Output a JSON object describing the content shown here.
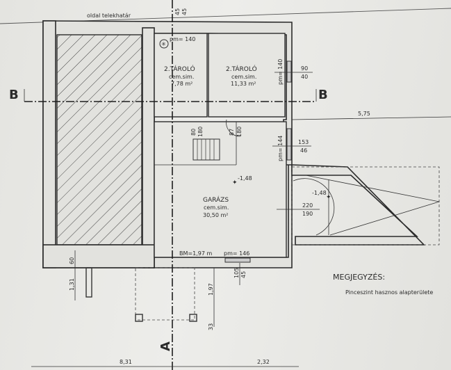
{
  "boundary_label": "oldal telekhatár",
  "top_dims": [
    "45",
    "45"
  ],
  "rooms": [
    {
      "name": "2.TÁROLÓ",
      "finish": "cem.sim.",
      "area": "7,78 m²"
    },
    {
      "name": "2.TÁROLÓ",
      "finish": "cem.sim.",
      "area": "11,33 m²"
    },
    {
      "name": "GARÁZS",
      "finish": "cem.sim.",
      "area": "30,50 m²"
    }
  ],
  "openings": {
    "pm140_top": "pm= 140",
    "pm140_right": "pm= 140",
    "win1_top": "90",
    "win1_bottom": "40",
    "pm144": "pm= 144",
    "win2_top": "153",
    "win2_bottom": "46",
    "door1_a": "80",
    "door1_b": "180",
    "door2_a": "87",
    "door2_b": "180",
    "gate_top": "220",
    "gate_bottom": "190",
    "pm146": "pm= 146",
    "win3_top": "105",
    "win3_bottom": "45",
    "bm": "BM=1,97 m"
  },
  "levels": [
    "-1,48",
    "-1,48"
  ],
  "section_labels": {
    "b_left": "B",
    "b_right": "B",
    "a": "A"
  },
  "dimensions": {
    "d575": "5,75",
    "d60": "60",
    "d131": "1,31",
    "d197": "1,97",
    "d33": "33",
    "d831": "8,31",
    "d232": "2,32"
  },
  "note": {
    "title": "MEGJEGYZÉS:",
    "text": "Pinceszint hasznos alapterülete"
  }
}
